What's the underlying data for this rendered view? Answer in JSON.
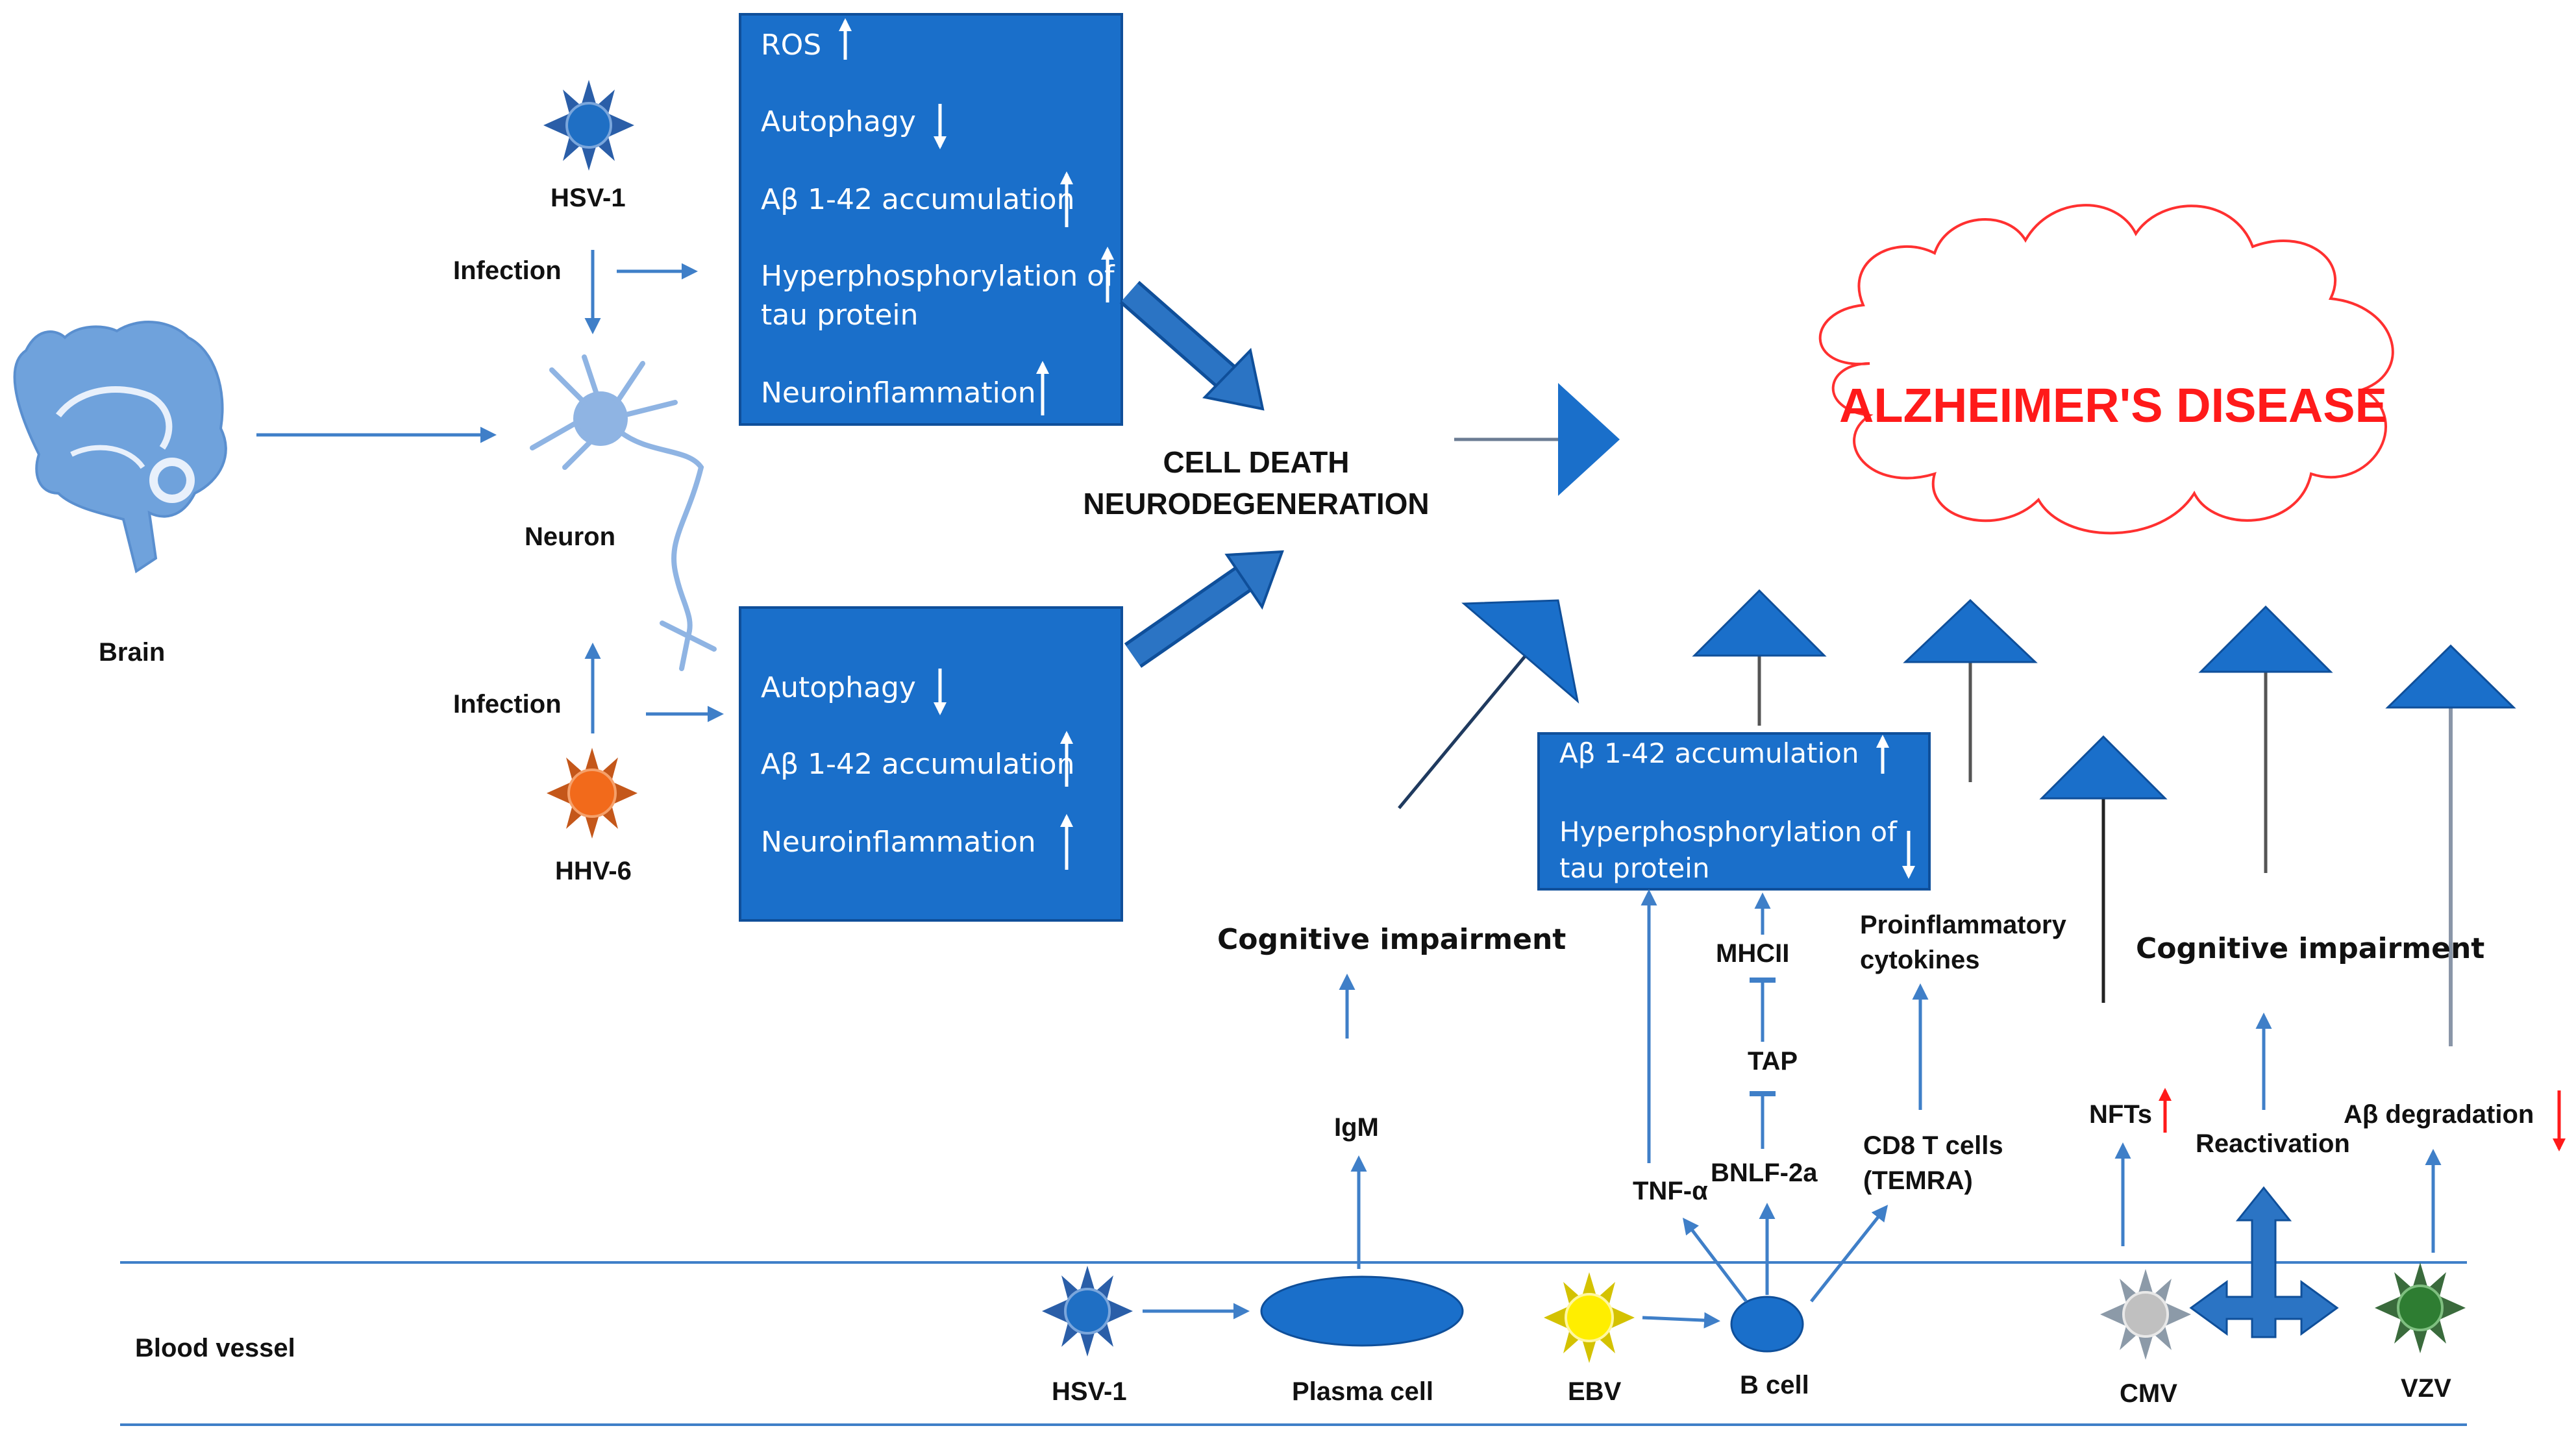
{
  "title": "ALZHEIMER'S DISEASE",
  "center_label": {
    "line1": "CELL DEATH",
    "line2": "NEURODEGENERATION"
  },
  "brain_label": "Brain",
  "neuron_label": "Neuron",
  "top_virus": {
    "name": "HSV-1",
    "infection": "Infection"
  },
  "bottom_virus": {
    "name": "HHV-6",
    "infection": "Infection"
  },
  "hsv_box": {
    "items": [
      {
        "label": "ROS",
        "direction": "up"
      },
      {
        "label": "Autophagy",
        "direction": "down"
      },
      {
        "label": "Aβ 1-42 accumulation",
        "direction": "up"
      },
      {
        "label": "Hyperphosphorylation of",
        "label2": "tau protein",
        "direction": "up"
      },
      {
        "label": "Neuroinflammation",
        "direction": "up"
      }
    ]
  },
  "hhv_box": {
    "items": [
      {
        "label": "Autophagy",
        "direction": "down"
      },
      {
        "label": "Aβ 1-42 accumulation",
        "direction": "up"
      },
      {
        "label": "Neuroinflammation",
        "direction": "up"
      }
    ]
  },
  "ebv_box": {
    "items": [
      {
        "label": "Aβ 1-42 accumulation",
        "direction": "up"
      },
      {
        "label": "Hyperphosphorylation of",
        "label2": "tau protein",
        "direction": "down"
      }
    ]
  },
  "blood_vessel": {
    "label": "Blood vessel",
    "hsv1": "HSV-1",
    "plasma_cell": "Plasma  cell",
    "ebv": "EBV",
    "b_cell": "B cell",
    "cmv": "CMV",
    "vzv": "VZV"
  },
  "pathway_labels": {
    "igm": "IgM",
    "cognitive_impairment_1": "Cognitive impairment",
    "tnf": "TNF-α",
    "bnlf": "BNLF-2a",
    "tap": "TAP",
    "mhcii": "MHCII",
    "cd8_line1": "CD8 T cells",
    "cd8_line2": "(TEMRA)",
    "proinflam_line1": "Proinflammatory",
    "proinflam_line2": "cytokines",
    "nfts": "NFTs",
    "reactivation": "Reactivation",
    "cognitive_impairment_2": "Cognitive impairment",
    "abeta_degradation": "Aβ degradation"
  },
  "colors": {
    "box_blue": "#1a6fca",
    "arrow_blue": "#2b74c4",
    "line_blue": "#3f7fc8",
    "hsv_virus": "#1f6fc4",
    "hhv_virus": "#f26a1b",
    "ebv_virus": "#ffee00",
    "cmv_virus": "#c0c0c0",
    "vzv_virus": "#2e7d32",
    "red": "#ff1a1a",
    "brain": "#6fa2dc"
  }
}
